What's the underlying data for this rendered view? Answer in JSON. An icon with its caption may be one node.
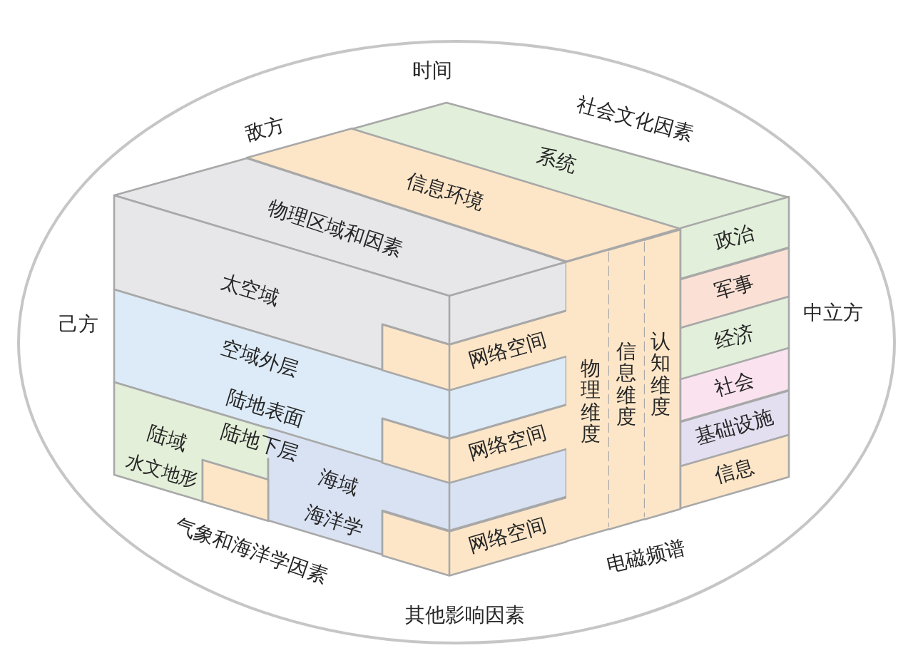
{
  "diagram": {
    "nodes": [
      {
        "text": [
          "时间",
          "敌方",
          "社会文化因素",
          "己方",
          "中立方",
          "气象和海洋学因素",
          "电磁频谱",
          "其他影响因素"
        ]
      },
      {
        "text": [
          "物理区域和因素"
        ],
        "in": 0
      },
      {
        "text": [
          "信息环境"
        ],
        "in": 0
      },
      {
        "text": [
          "系统"
        ],
        "in": 0
      },
      {
        "text": [
          "太空域"
        ],
        "in": 0
      },
      {
        "text": [
          "空域外层"
        ],
        "in": 0
      },
      {
        "text": [
          "陆域",
          "水文地形"
        ],
        "in": 0
      },
      {
        "text": [
          "海域",
          "海洋学"
        ],
        "in": 0
      },
      {
        "text": [
          "网络空间"
        ],
        "in": 0
      },
      {
        "text": [
          "网络空间"
        ],
        "in": 0
      },
      {
        "text": [
          "网络空间"
        ],
        "in": 0
      },
      {
        "text": [
          "物理维度"
        ],
        "in": 0
      },
      {
        "text": [
          "信息维度"
        ],
        "in": 0
      },
      {
        "text": [
          "认知维度"
        ],
        "in": 0
      },
      {
        "text": [
          "政治"
        ],
        "in": 0
      },
      {
        "text": [
          "军事"
        ],
        "in": 0
      },
      {
        "text": [
          "经济"
        ],
        "in": 0
      },
      {
        "text": [
          "社会"
        ],
        "in": 0
      },
      {
        "text": [
          "基础设施"
        ],
        "in": 0
      },
      {
        "text": [
          "信息"
        ],
        "in": 0
      }
    ],
    "labels": [
      "陆地表面",
      "陆地下层"
    ]
  }
}
